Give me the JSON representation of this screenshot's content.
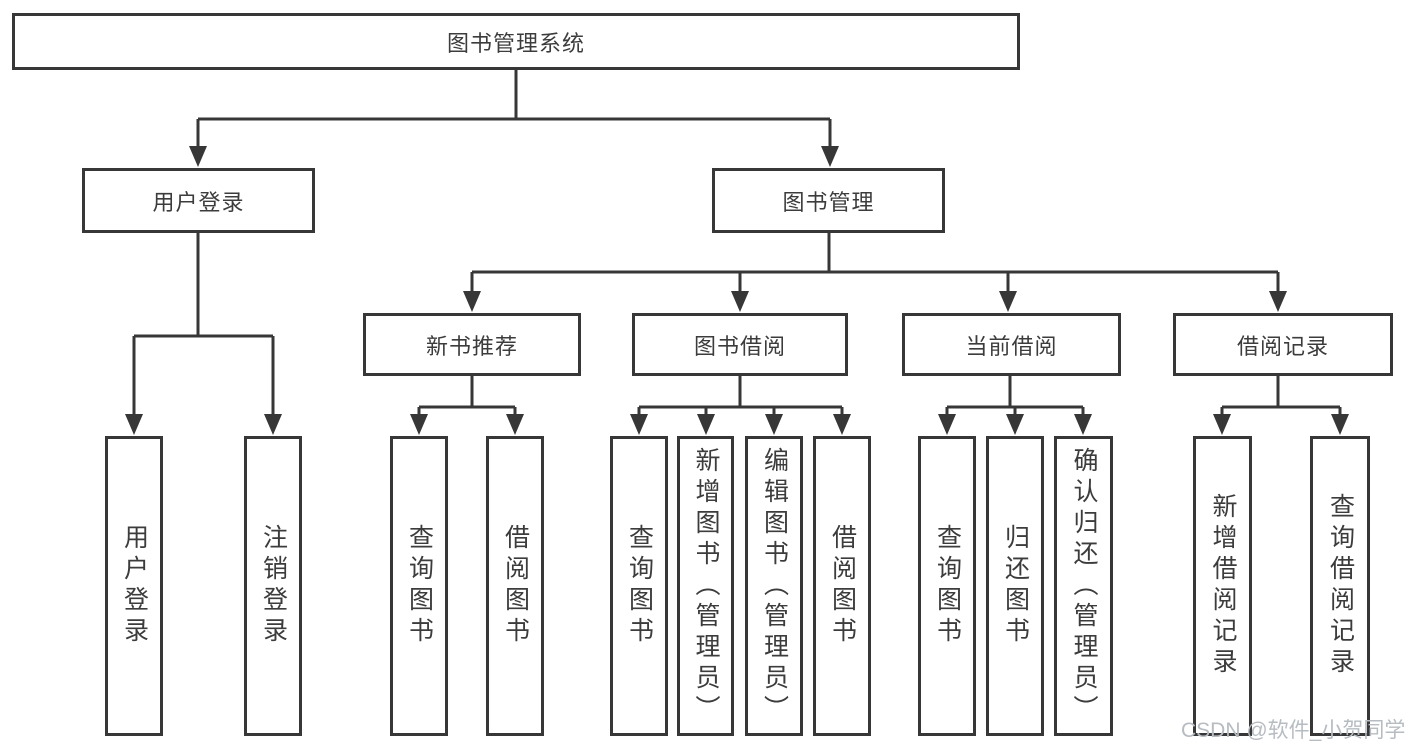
{
  "tree": {
    "root": {
      "label": "图书管理系统"
    },
    "branches": [
      {
        "label": "用户登录",
        "children": [
          {
            "label": "用户登录"
          },
          {
            "label": "注销登录"
          }
        ]
      },
      {
        "label": "图书管理",
        "children": [
          {
            "label": "新书推荐",
            "children": [
              {
                "label": "查询图书"
              },
              {
                "label": "借阅图书"
              }
            ]
          },
          {
            "label": "图书借阅",
            "children": [
              {
                "label": "查询图书"
              },
              {
                "label": "新增图书（管理员）"
              },
              {
                "label": "编辑图书（管理员）"
              },
              {
                "label": "借阅图书"
              }
            ]
          },
          {
            "label": "当前借阅",
            "children": [
              {
                "label": "查询图书"
              },
              {
                "label": "归还图书"
              },
              {
                "label": "确认归还（管理员）"
              }
            ]
          },
          {
            "label": "借阅记录",
            "children": [
              {
                "label": "新增借阅记录"
              },
              {
                "label": "查询借阅记录"
              }
            ]
          }
        ]
      }
    ]
  },
  "watermark": "CSDN @软件_小贺同学",
  "colors": {
    "line": "#373737",
    "text": "#3c3c3c",
    "watermark": "#b7bcc2",
    "background": "#ffffff"
  }
}
